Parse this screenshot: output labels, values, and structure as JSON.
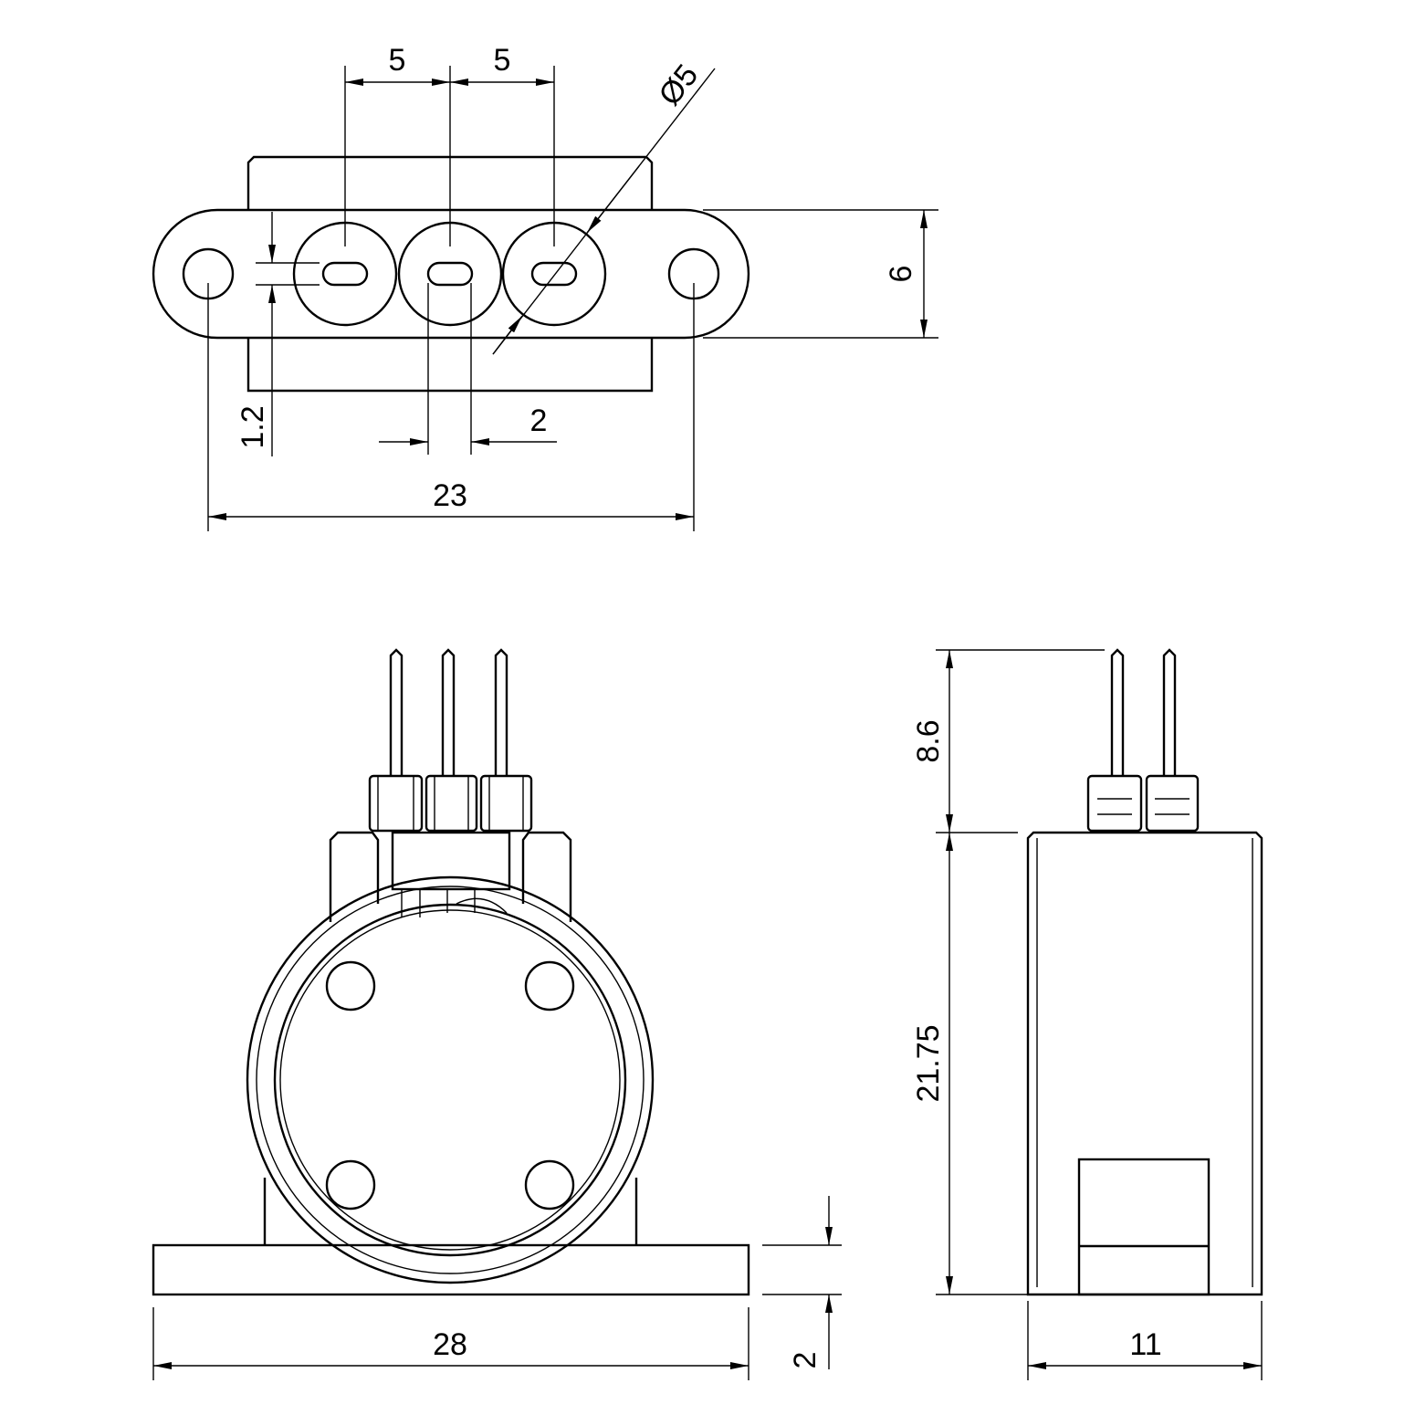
{
  "top_view": {
    "pitch_1": "5",
    "pitch_2": "5",
    "diameter": "Ø5",
    "flange_height": "6",
    "slot_height": "1.2",
    "slot_width": "2",
    "hole_spacing": "23"
  },
  "front_view": {
    "base_width": "28",
    "base_thickness": "2"
  },
  "side_view": {
    "pin_height": "8.6",
    "body_height": "21.75",
    "body_depth": "11"
  }
}
